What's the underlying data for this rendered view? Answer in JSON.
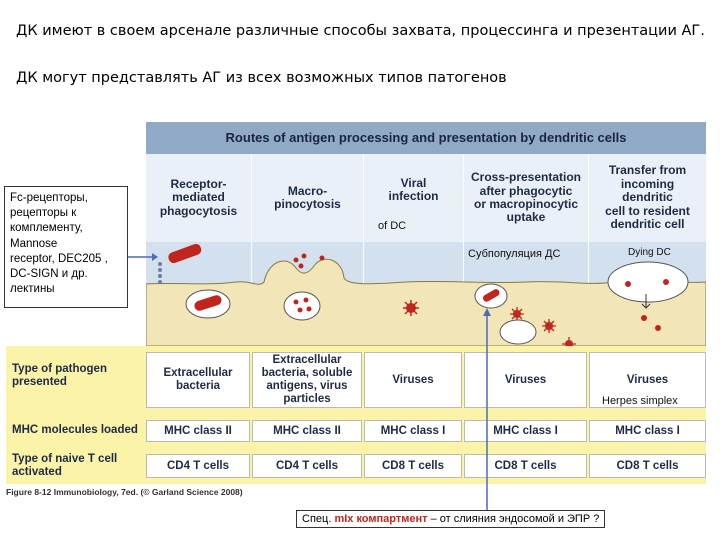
{
  "slide": {
    "line1": "ДК имеют в своем арсенале различные способы захвата, процессинга и презентации АГ.",
    "line2": "ДК могут представлять АГ из всех возможных типов патогенов"
  },
  "figure": {
    "title": "Routes of antigen processing and presentation by dendritic cells",
    "columns": [
      {
        "header": "Receptor-\nmediated\nphagocytosis",
        "pathogen": "Extracellular\nbacteria",
        "mhc": "MHC class II",
        "tcell": "CD4 T cells"
      },
      {
        "header": "Macro-\npinocytosis",
        "pathogen": "Extracellular\nbacteria, soluble\nantigens, virus\nparticles",
        "mhc": "MHC class II",
        "tcell": "CD4 T cells"
      },
      {
        "header": "Viral\ninfection",
        "pathogen": "Viruses",
        "mhc": "MHC class I",
        "tcell": "CD8 T cells"
      },
      {
        "header": "Cross-presentation\nafter phagocytic\nor macropinocytic\nuptake",
        "pathogen": "Viruses",
        "mhc": "MHC class I",
        "tcell": "CD8 T cells"
      },
      {
        "header": "Transfer from\nincoming\ndendritic\ncell to resident\ndendritic cell",
        "pathogen": "Viruses",
        "mhc": "MHC class I",
        "tcell": "CD8 T cells"
      }
    ],
    "row_labels": {
      "pathogen": "Type of pathogen\npresented",
      "mhc": "MHC molecules loaded",
      "tcell": "Type of naive T cell\nactivated"
    },
    "caption": "Figure 8-12 Immunobiology, 7ed. (© Garland Science 2008)"
  },
  "annotations": {
    "receptors": "Fc-рецепторы,\nрецепторы к\nкомплементу,\nMannose\nreceptor, DEC205 ,\nDC-SIGN и др.\nлектины",
    "of_dc": "of DC",
    "subpopulation": "Субпопуляция ДС",
    "dying_dc": "Dying DC",
    "herpes": "Herpes simplex",
    "bottom_prefix": "Спец. ",
    "bottom_highlight": "mIx компартмент",
    "bottom_suffix": " – от слияния  эндосомой и ЭПР ?"
  },
  "colors": {
    "title_band": "#8fa9c7",
    "header_band": "#e9f0f7",
    "illustration_band": "#d3e0ee",
    "membrane": "#f2e6b8",
    "table_band": "#fbf3a8",
    "bacteria": "#c0261e",
    "text_dark": "#1f2a44",
    "arrow_blue": "#4b6cb7"
  }
}
